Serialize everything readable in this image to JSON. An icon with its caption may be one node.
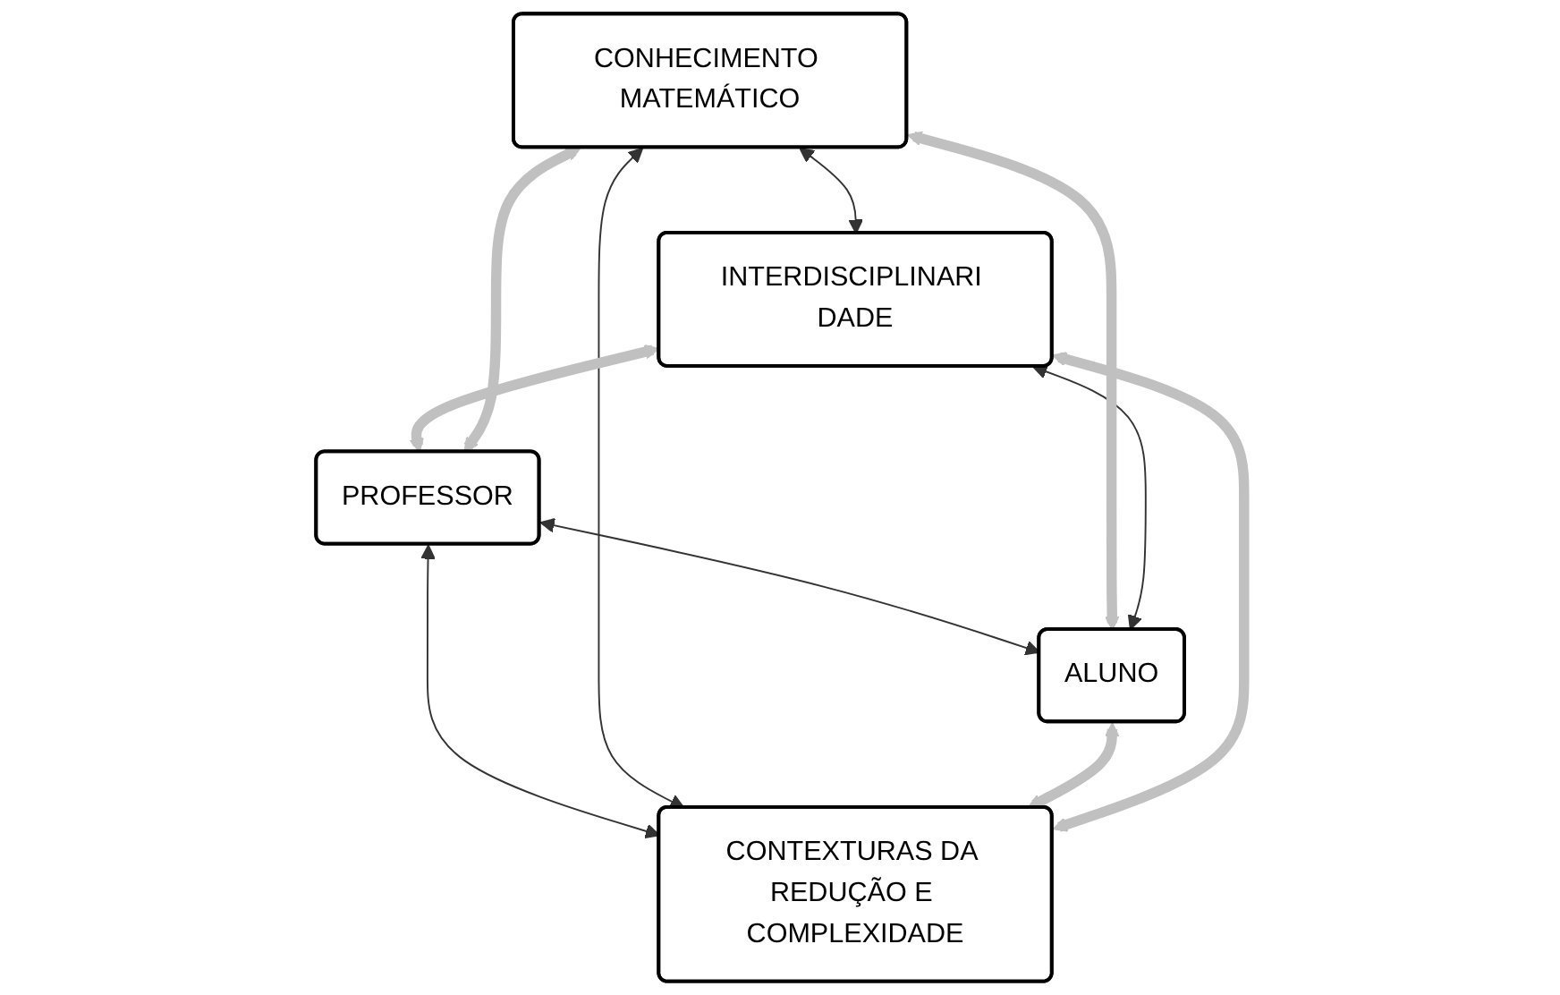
{
  "diagram": {
    "nodes": [
      {
        "text": [
          "CONHECIMENTO MATEMÁTICO"
        ]
      },
      {
        "text": [
          "PROFESSOR"
        ]
      },
      {
        "text": [
          "ALUNO"
        ]
      },
      {
        "text": [
          "INTERDISCIPLINARI DADE"
        ]
      },
      {
        "text": [
          "CONTEXTURAS DA REDUÇÃO E COMPLEXIDADE"
        ]
      }
    ],
    "edges": [
      {
        "from": 1,
        "to": 2,
        "arrow": "both"
      },
      {
        "from": 1,
        "to": 4,
        "arrow": "both"
      },
      {
        "from": 0,
        "to": 3,
        "arrow": "both"
      },
      {
        "from": 0,
        "to": 4,
        "arrow": "both"
      },
      {
        "from": 2,
        "to": 3,
        "arrow": "both"
      },
      {
        "from": 1,
        "to": 0,
        "arrow": "both",
        "style": "thick",
        "color": "#c0c0c0"
      },
      {
        "from": 0,
        "to": 2,
        "arrow": "both",
        "style": "thick",
        "color": "#c0c0c0"
      },
      {
        "from": 2,
        "to": 4,
        "arrow": "both",
        "style": "thick",
        "color": "#c0c0c0"
      },
      {
        "from": 4,
        "to": 3,
        "arrow": "both",
        "style": "thick",
        "color": "#c0c0c0"
      },
      {
        "from": 3,
        "to": 1,
        "arrow": "both",
        "style": "thick",
        "color": "#c0c0c0"
      }
    ]
  }
}
